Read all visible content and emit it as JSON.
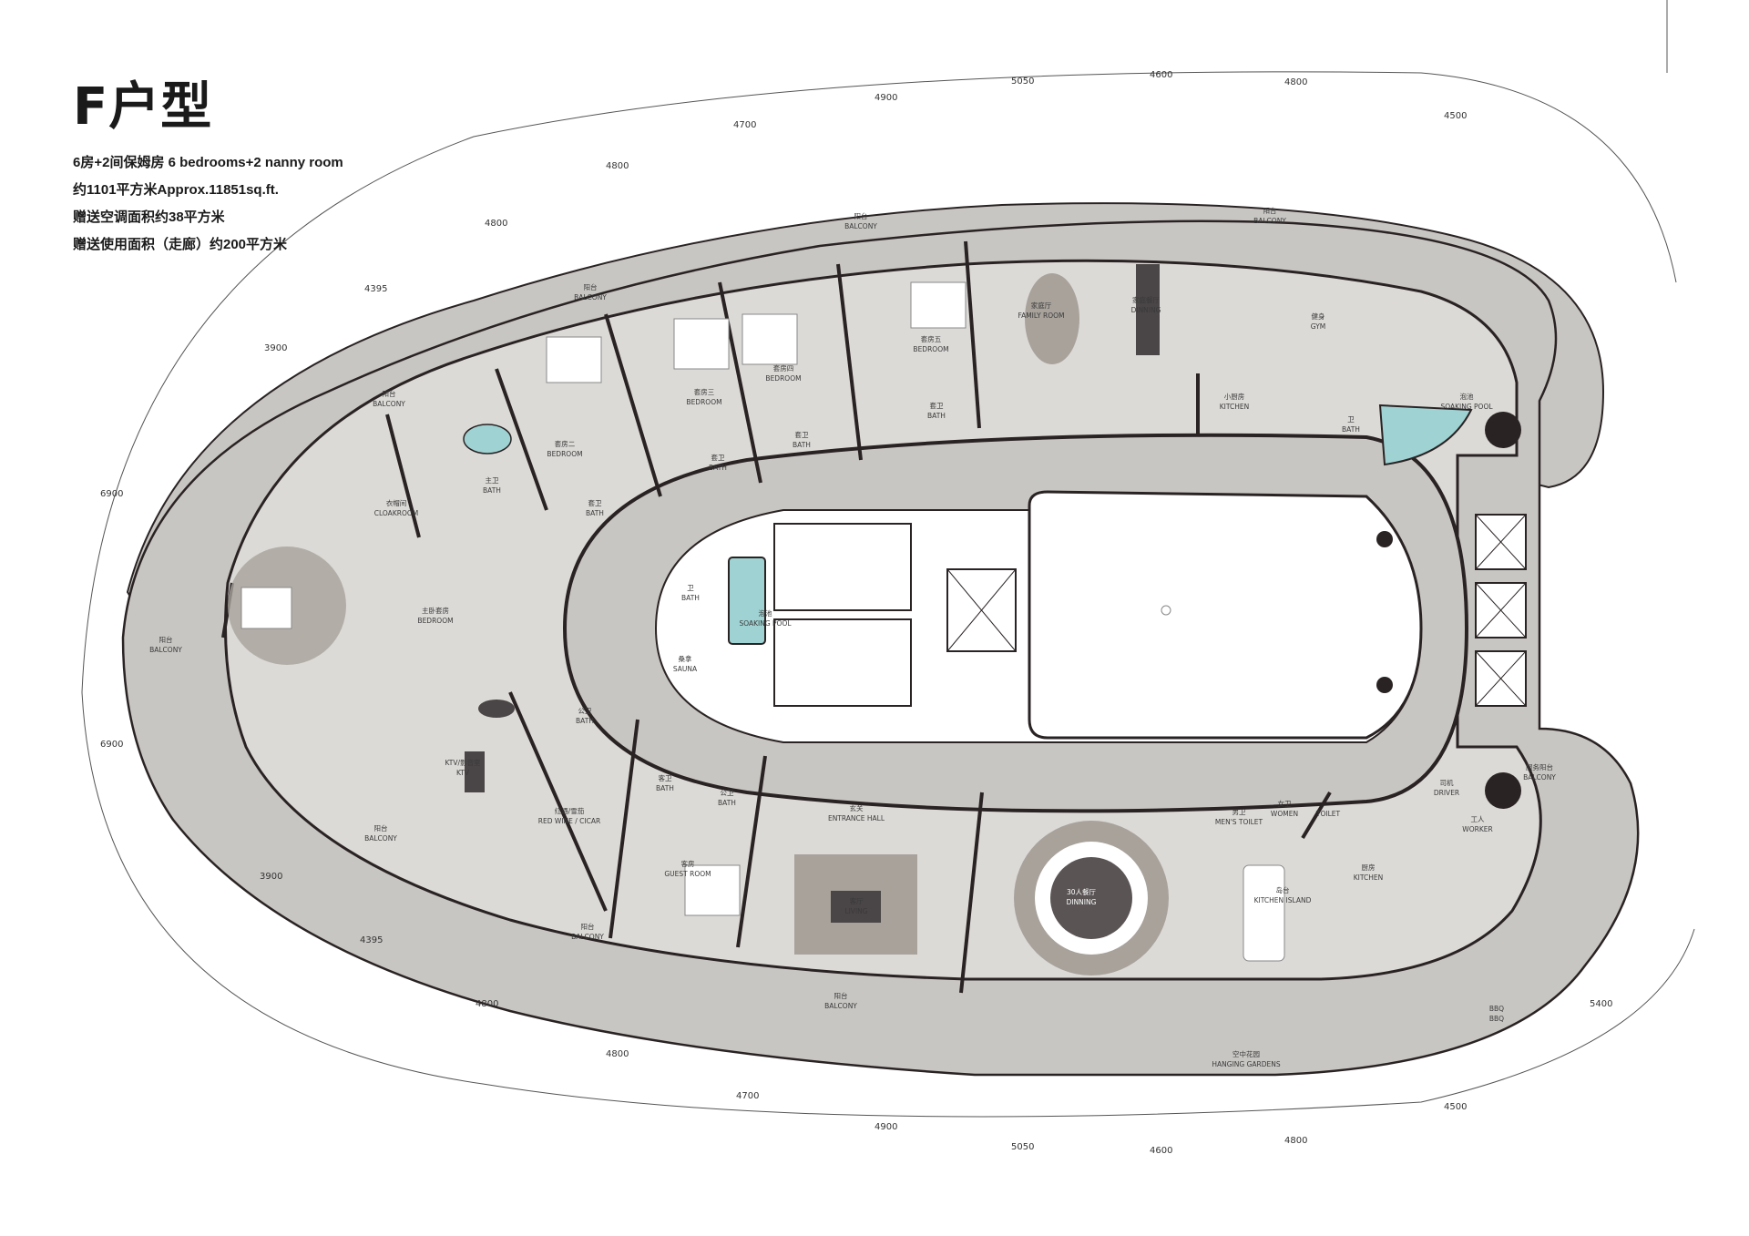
{
  "title": "F户型",
  "info": {
    "rooms": "6房+2间保姆房 6 bedrooms+2 nanny room",
    "area": "约1101平方米Approx.11851sq.ft.",
    "ac_area": "赠送空调面积约38平方米",
    "corridor_area": "赠送使用面积（走廊）约200平方米"
  },
  "dims": {
    "top": [
      "4800",
      "4395",
      "3900",
      "4800",
      "4700",
      "4900",
      "5050",
      "4600",
      "4800",
      "4500"
    ],
    "bottom": [
      "3900",
      "4395",
      "4800",
      "4800",
      "4700",
      "4900",
      "5050",
      "4600",
      "4800",
      "4500",
      "5400"
    ],
    "left": [
      "6900",
      "6900"
    ]
  },
  "rooms": {
    "balcony_1": [
      "阳台",
      "BALCONY"
    ],
    "balcony_2": [
      "阳台",
      "BALCONY"
    ],
    "balcony_3": [
      "阳台",
      "BALCONY"
    ],
    "balcony_4": [
      "阳台",
      "BALCONY"
    ],
    "balcony_5": [
      "阳台",
      "BALCONY"
    ],
    "balcony_6": [
      "阳台",
      "BALCONY"
    ],
    "balcony_7": [
      "阳台",
      "BALCONY"
    ],
    "balcony_service": [
      "服务阳台",
      "BALCONY"
    ],
    "cloakroom": [
      "衣帽间",
      "CLOAKROOM"
    ],
    "master_bath": [
      "主卫",
      "BATH"
    ],
    "master_bedroom": [
      "主卧套房",
      "BEDROOM"
    ],
    "bedroom2": [
      "套房二",
      "BEDROOM"
    ],
    "bedroom3": [
      "套房三",
      "BEDROOM"
    ],
    "bedroom4": [
      "套房四",
      "BEDROOM"
    ],
    "bedroom5": [
      "套房五",
      "BEDROOM"
    ],
    "bath2": [
      "套卫",
      "BATH"
    ],
    "bath3": [
      "套卫",
      "BATH"
    ],
    "bath4": [
      "套卫",
      "BATH"
    ],
    "bath5": [
      "套卫",
      "BATH"
    ],
    "family_room": [
      "家庭厅",
      "FAMILY ROOM"
    ],
    "dining_family": [
      "家庭餐厅",
      "DINNING"
    ],
    "gym": [
      "健身",
      "GYM"
    ],
    "small_kitchen": [
      "小厨房",
      "KITCHEN"
    ],
    "bath_gym": [
      "卫",
      "BATH"
    ],
    "soaking_pool_top": [
      "泡池",
      "SOAKING POOL"
    ],
    "sauna_bath": [
      "卫",
      "BATH"
    ],
    "soaking_pool_center": [
      "泡池",
      "SOAKING POOL"
    ],
    "sauna": [
      "桑拿",
      "SAUNA"
    ],
    "public_bath1": [
      "公卫",
      "BATH"
    ],
    "ktv": [
      "KTV/影音室",
      "KTV"
    ],
    "wine": [
      "红酒/雪茄",
      "RED WINE / CICAR"
    ],
    "guest_bath": [
      "客卫",
      "BATH"
    ],
    "public_bath2": [
      "公卫",
      "BATH"
    ],
    "guest_room": [
      "客房",
      "GUEST ROOM"
    ],
    "entrance": [
      "玄关",
      "ENTRANCE HALL"
    ],
    "living": [
      "客厅",
      "LIVING"
    ],
    "dining30": [
      "30人餐厅",
      "DINNING"
    ],
    "mens": [
      "男卫",
      "MEN'S TOILET"
    ],
    "womens": [
      "女卫",
      "WOMEN"
    ],
    "toilet": [
      "",
      "TOILET"
    ],
    "kitchen_island": [
      "岛台",
      "KITCHEN ISLAND"
    ],
    "kitchen": [
      "厨房",
      "KITCHEN"
    ],
    "driver": [
      "司机",
      "DRIVER"
    ],
    "worker": [
      "工人",
      "WORKER"
    ],
    "bbq": [
      "BBQ",
      "BBQ"
    ],
    "gardens": [
      "空中花园",
      "HANGING GARDENS"
    ]
  },
  "colors": {
    "floor": "#c8c6c3",
    "room": "#dcdad7",
    "wall": "#2a2324",
    "pool": "#9fd2d2",
    "rug": "#a8a29b",
    "core": "#ffffff"
  }
}
